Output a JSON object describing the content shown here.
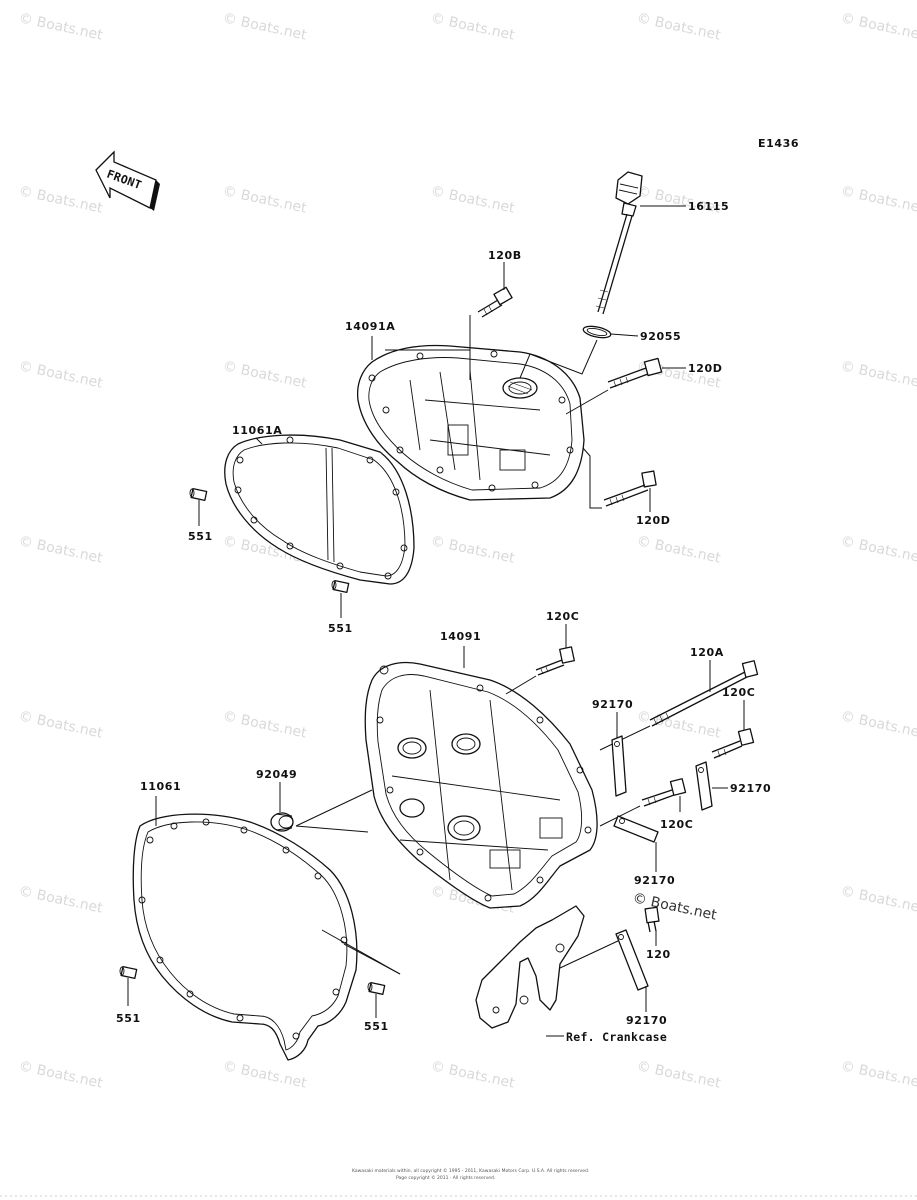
{
  "diagram_code": "E1436",
  "front_label": "FRONT",
  "reference_label": "Ref. Crankcase",
  "watermark_text": "© Boats.net",
  "brand_watermark": "© Boats.net",
  "copyright": "Kawasaki materials within, all copyright © 1995 - 2011, Kawasaki Motors Corp. U.S.A. All rights reserved.",
  "copyright_line2": "Page copyright © 2011 · All rights reserved.",
  "parts": {
    "p16115": "16115",
    "p120B": "120B",
    "p14091A": "14091A",
    "p92055": "92055",
    "p120D_top": "120D",
    "p120D_bottom": "120D",
    "p11061A": "11061A",
    "p551_a": "551",
    "p551_b": "551",
    "p14091": "14091",
    "p120C_top": "120C",
    "p120A": "120A",
    "p92170_a": "92170",
    "p120C_right": "120C",
    "p92170_b": "92170",
    "p92049": "92049",
    "p11061": "11061",
    "p120C_lower": "120C",
    "p92170_c": "92170",
    "p120": "120",
    "p92170_d": "92170",
    "p551_c": "551",
    "p551_d": "551"
  },
  "colors": {
    "line": "#111111",
    "watermark": "#d9d9d9",
    "background": "#ffffff"
  }
}
